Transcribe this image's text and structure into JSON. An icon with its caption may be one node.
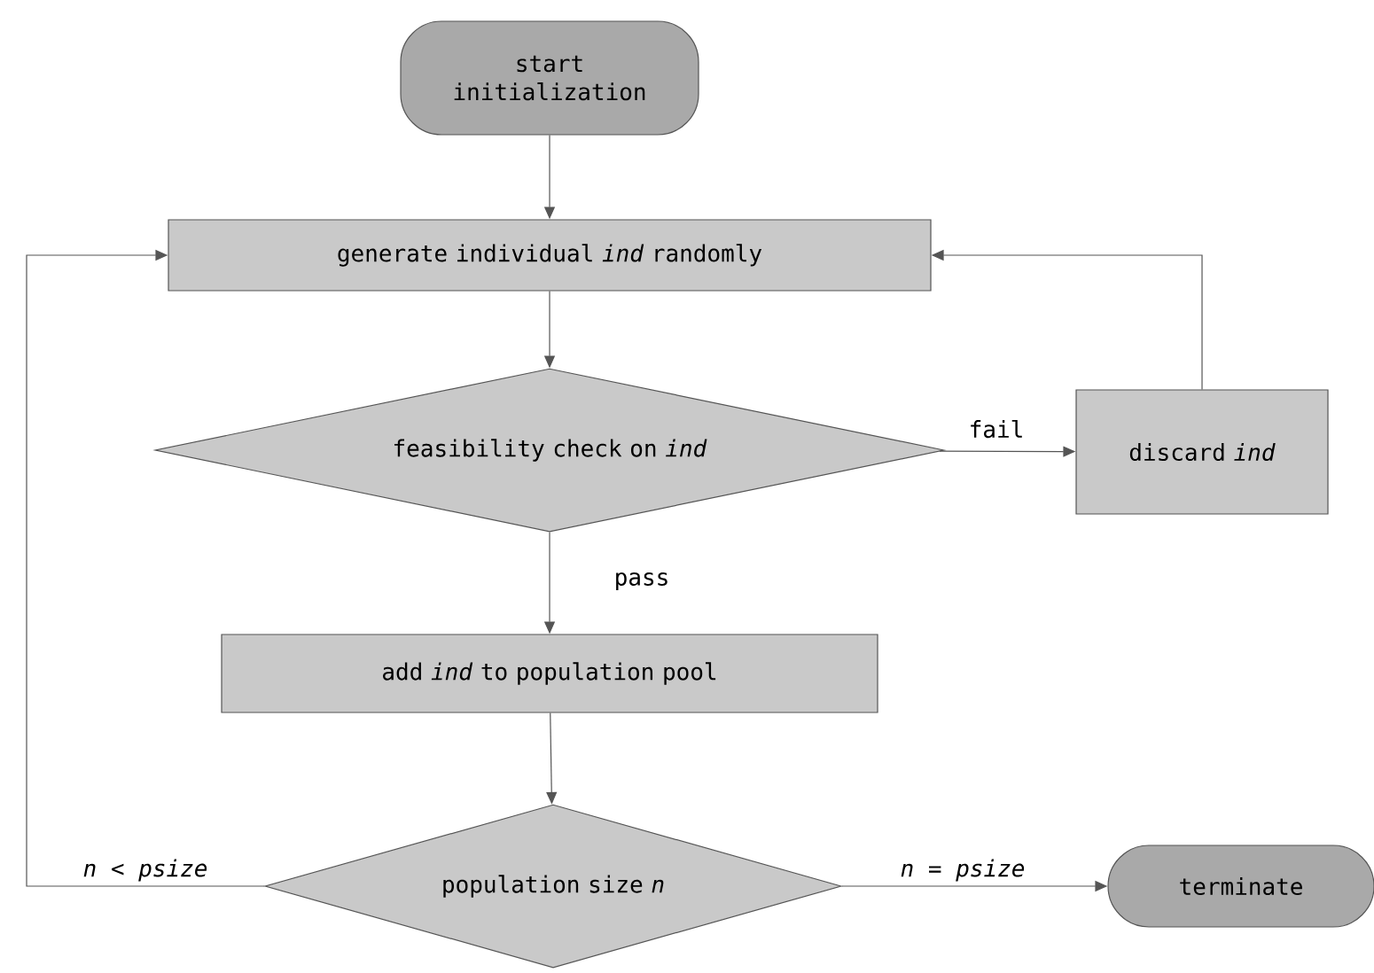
{
  "diagram": {
    "nodes": [
      {
        "text": [
          "start initialization"
        ]
      },
      {
        "text": [
          "generate individual *ind* randomly"
        ]
      },
      {
        "text": [
          "feasibility check on *ind*"
        ]
      },
      {
        "text": [
          "discard *ind*"
        ]
      },
      {
        "text": [
          "add *ind* to population pool"
        ]
      },
      {
        "text": [
          "population size *n*"
        ]
      },
      {
        "text": [
          "terminate"
        ]
      }
    ],
    "edges": [
      {
        "from": 0,
        "to": 1,
        "arrow": "to"
      },
      {
        "from": 1,
        "to": 2,
        "arrow": "to"
      },
      {
        "from": 2,
        "to": 3,
        "arrow": "to",
        "label": "fail"
      },
      {
        "from": 3,
        "to": 1,
        "arrow": "to"
      },
      {
        "from": 2,
        "to": 4,
        "arrow": "to",
        "label": "pass"
      },
      {
        "from": 4,
        "to": 5,
        "arrow": "to"
      },
      {
        "from": 5,
        "to": 1,
        "arrow": "to",
        "label": "*n* < *psize*"
      },
      {
        "from": 5,
        "to": 6,
        "arrow": "to",
        "label": "*n* = *psize*"
      }
    ]
  }
}
